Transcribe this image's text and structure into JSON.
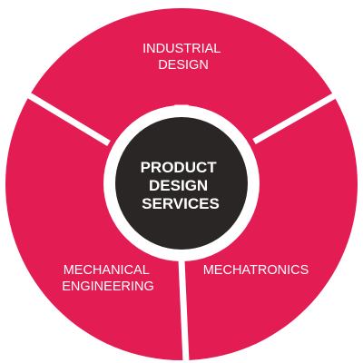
{
  "diagram": {
    "center": {
      "lines": [
        "PRODUCT",
        "DESIGN",
        "SERVICES"
      ]
    },
    "segments": [
      {
        "lines": [
          "INDUSTRIAL",
          "DESIGN"
        ]
      },
      {
        "lines": [
          "MECHATRONICS"
        ]
      },
      {
        "lines": [
          "MECHANICAL",
          "ENGINEERING"
        ]
      }
    ],
    "colors": {
      "segment_fill": "#E31C54",
      "separator": "#FFFFFF",
      "ring": "#FFFFFF",
      "center_fill": "#2B2626",
      "text": "#FFFFFF"
    }
  }
}
